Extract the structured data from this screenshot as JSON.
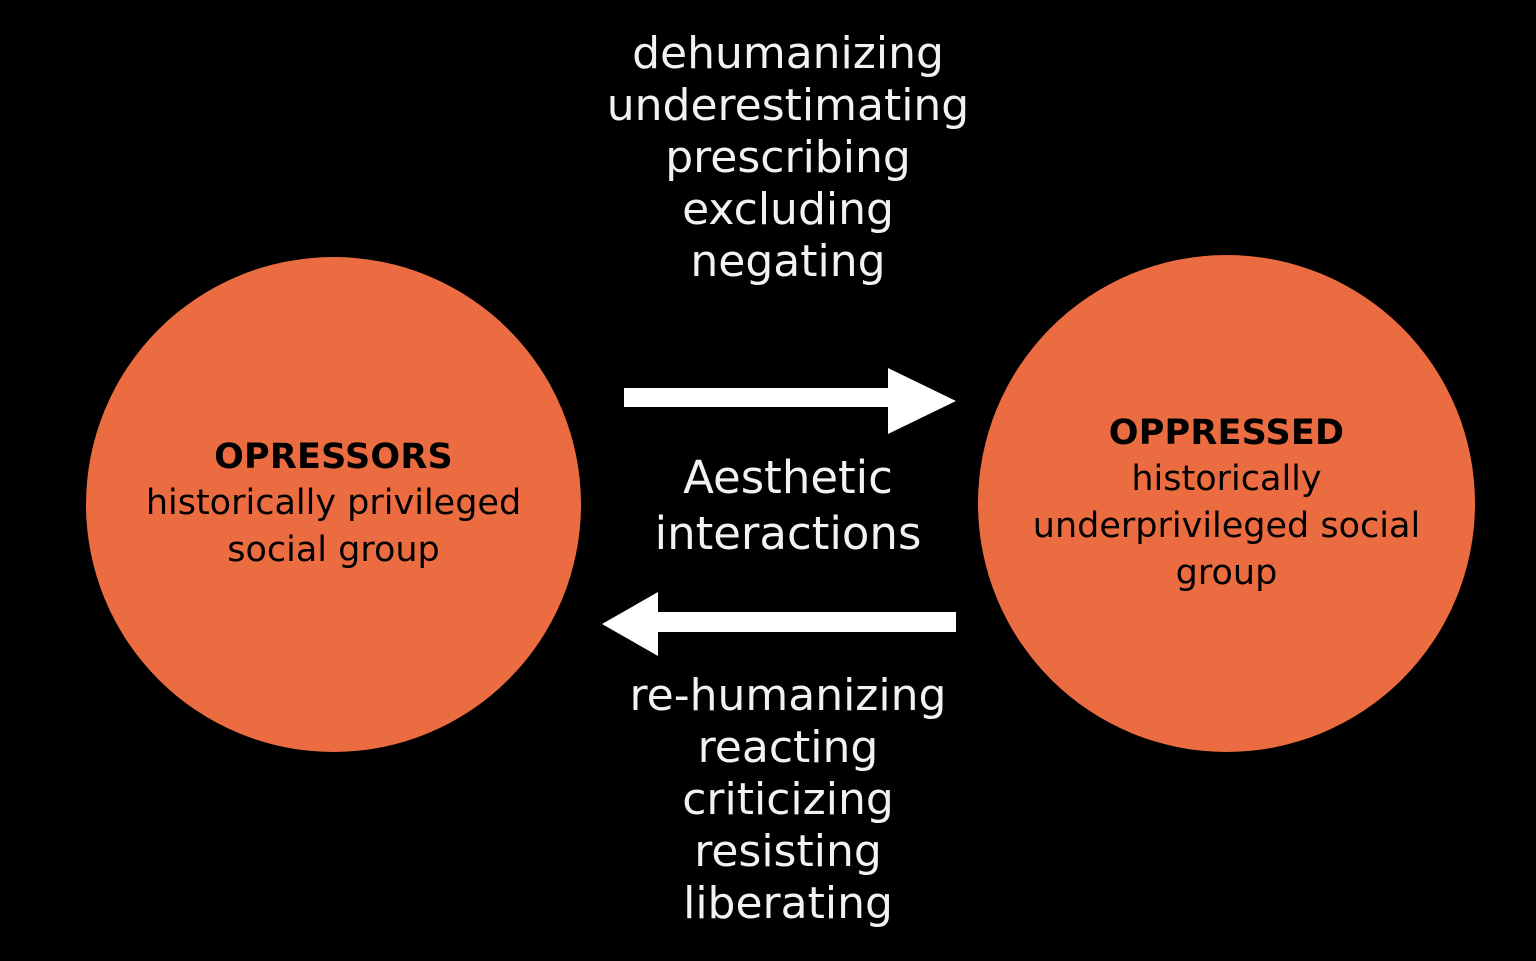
{
  "figure": {
    "background_color": "#000000",
    "node_fill_color": "#EC6C41",
    "node_text_color": "#000000",
    "annotation_text_color": "#F2F2F2",
    "arrow_color": "#FFFFFF"
  },
  "nodes": {
    "left": {
      "title": "OPRESSORS",
      "subtitle": "historically privileged social group"
    },
    "right": {
      "title": "OPPRESSED",
      "subtitle": "historically underprivileged social group"
    }
  },
  "center": {
    "middle_label_lines": [
      "Aesthetic",
      "interactions"
    ],
    "top_label_lines": [
      "dehumanizing",
      "underestimating",
      "prescribing",
      "excluding",
      "negating"
    ],
    "bottom_label_lines": [
      "re-humanizing",
      "reacting",
      "criticizing",
      "resisting",
      "liberating"
    ]
  },
  "arrows": {
    "forward": {
      "direction": "right",
      "from": "OPRESSORS",
      "to": "OPPRESSED"
    },
    "backward": {
      "direction": "left",
      "from": "OPPRESSED",
      "to": "OPRESSORS"
    }
  }
}
